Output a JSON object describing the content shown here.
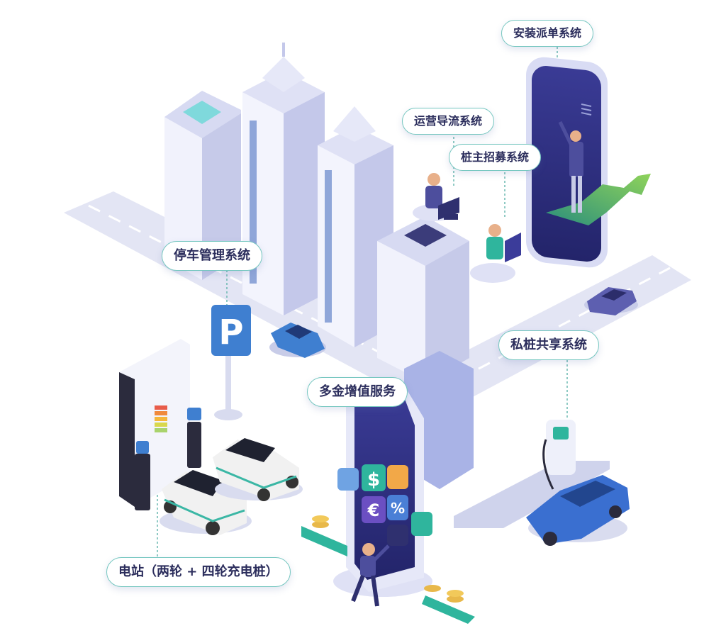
{
  "labels": {
    "install_dispatch": "安装派单系统",
    "operation_guide": "运营导流系统",
    "owner_recruit": "桩主招募系统",
    "parking_mgmt": "停车管理系统",
    "private_share": "私桩共享系统",
    "finance_service": "多金增值服务",
    "charging_station": "电站（两轮 + 四轮充电桩）"
  },
  "icons": {
    "parking_sign": "P",
    "dollar": "$",
    "euro": "€",
    "percent": "%"
  },
  "colors": {
    "accent_teal": "#3bb7a5",
    "label_border": "#76c7c0",
    "label_text": "#2b2d5c",
    "navy": "#2e2f83",
    "car_blue": "#3a6fd0",
    "road": "#e4e6f4"
  }
}
